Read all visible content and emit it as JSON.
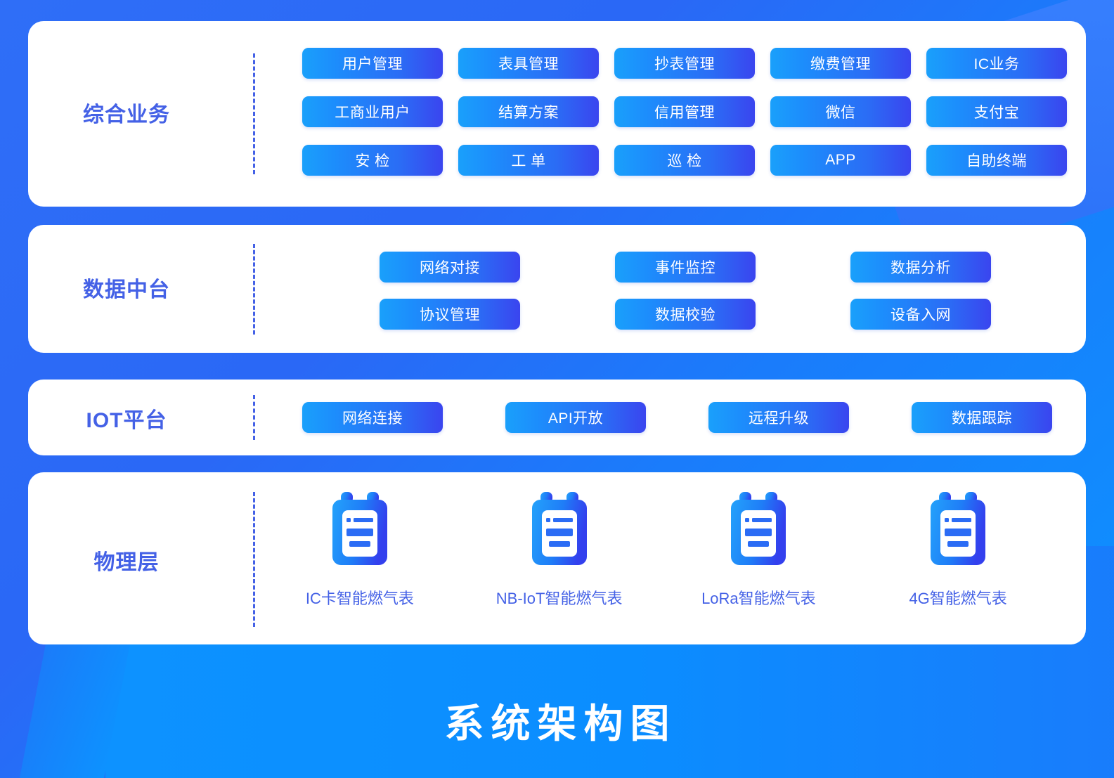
{
  "colors": {
    "background_start": "#2f6ef7",
    "background_end": "#0c93ff",
    "panel_bg": "#ffffff",
    "label_blue": "#4461e6",
    "chip_gradient_start": "#1aa0fb",
    "chip_gradient_end": "#3a45ef",
    "divider_blue": "#4461e6",
    "footer_text": "#ffffff"
  },
  "footer": {
    "title": "系统架构图"
  },
  "layers": [
    {
      "id": "business",
      "label": "综合业务",
      "divider_icon": "vertical-dashed-divider",
      "items": [
        "用户管理",
        "表具管理",
        "抄表管理",
        "缴费管理",
        "IC业务",
        "工商业用户",
        "结算方案",
        "信用管理",
        "微信",
        "支付宝",
        "安 检",
        "工 单",
        "巡 检",
        "APP",
        "自助终端"
      ]
    },
    {
      "id": "data",
      "label": "数据中台",
      "divider_icon": "vertical-dashed-divider",
      "items": [
        "网络对接",
        "事件监控",
        "数据分析",
        "协议管理",
        "数据校验",
        "设备入网"
      ]
    },
    {
      "id": "iot",
      "label": "IOT平台",
      "divider_icon": "vertical-dashed-divider",
      "items": [
        "网络连接",
        "API开放",
        "远程升级",
        "数据跟踪"
      ]
    },
    {
      "id": "physical",
      "label": "物理层",
      "divider_icon": "vertical-dashed-divider",
      "devices": [
        {
          "icon": "gas-meter-icon",
          "label": "IC卡智能燃气表"
        },
        {
          "icon": "gas-meter-icon",
          "label": "NB-IoT智能燃气表"
        },
        {
          "icon": "gas-meter-icon",
          "label": "LoRa智能燃气表"
        },
        {
          "icon": "gas-meter-icon",
          "label": "4G智能燃气表"
        }
      ]
    }
  ]
}
